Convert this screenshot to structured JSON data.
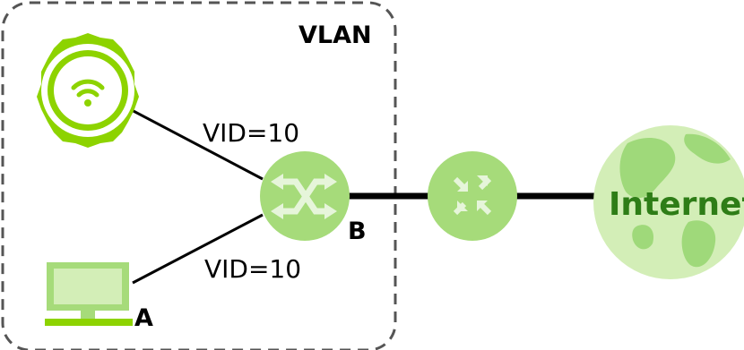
{
  "vlan": {
    "label": "VLAN"
  },
  "links": {
    "ap_to_switch": {
      "label": "VID=10"
    },
    "pc_to_switch": {
      "label": "VID=10"
    }
  },
  "nodes": {
    "switch": {
      "label": "B",
      "icon": "switch-icon"
    },
    "pc": {
      "label": "A",
      "icon": "monitor-icon"
    },
    "access_point": {
      "icon": "wifi-access-point-icon"
    },
    "router": {
      "icon": "router-icon"
    },
    "internet": {
      "label": "Internet",
      "icon": "globe-icon"
    }
  },
  "colors": {
    "green_light": "#a6db7a",
    "green_bright": "#8dd300",
    "green_dark": "#2e7d17",
    "globe_fill": "#d3eeb7",
    "globe_land": "#9fd97a",
    "line": "#000000",
    "dash_border": "#555555"
  }
}
